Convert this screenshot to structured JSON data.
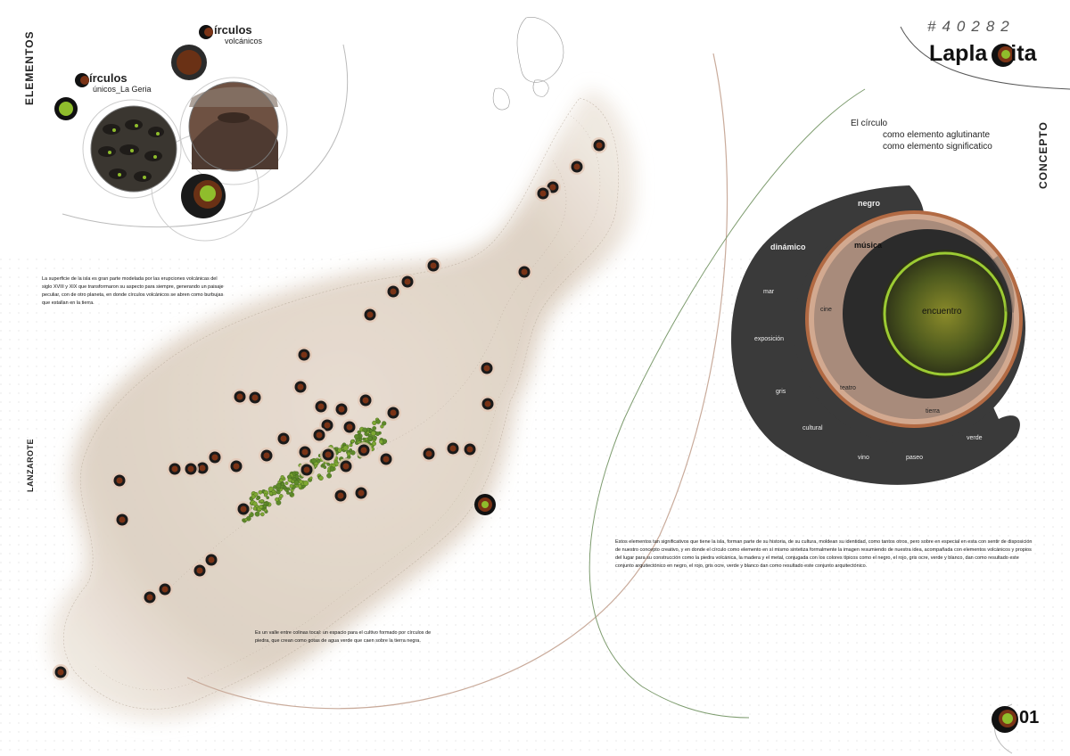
{
  "headings": {
    "elementos": "ELEMENTOS",
    "concepto": "CONCEPTO",
    "lanzarote": "LANZAROTE"
  },
  "legend": {
    "circulos1_title": "írculos",
    "circulos1_sub": "únicos_La Geria",
    "circulos2_title": "írculos",
    "circulos2_sub": "volcánicos",
    "photo1_desc": "vineyard-pits-photo",
    "photo2_desc": "volcano-crater-photo"
  },
  "brand": {
    "code": "#40282",
    "name_part1": "Lapla",
    "name_part2": "ita"
  },
  "concept": {
    "line1": "El círculo",
    "line2": "como elemento aglutinante",
    "line3": "como elemento significatico"
  },
  "diagram": {
    "outer_labels": [
      "negro",
      "dinámico",
      "mar",
      "exposición",
      "gris",
      "cultural",
      "vino",
      "paseo",
      "verde"
    ],
    "middle_labels": [
      "música",
      "cine",
      "teatro",
      "tierra"
    ],
    "inner_label": "encuentro"
  },
  "texts": {
    "para1": "La superficie de la isla es gran parte modelada por las erupciones volcánicas del siglo XVIII y XIX que transformaron su aspecto para siempre, generando un paisaje peculiar, con de otro planeta, en donde círculos volcánicos se abren como burbujas que estallan en la tierra.",
    "para2": "Es un valle entre colinas tocal: un espacio para el cultivo formado por círculos de piedra, que crean como gotas de agua verde que caen sobre la tierra negra.",
    "para3": "Estos elementos tan significativos que tiene la isla, forman parte de su historia, de su cultura, moldean su identidad, como tantos otros, pero sobre en especial en esta con sentir de disposición de nuestro concepto creativo, y en donde el círculo como elemento en sí mismo sintetiza formalmente la imagen resumiendo de nuestra idea, acompañada con elementos volcánicos y propios del lugar para su construcción como la piedra volcánica, la madera y el metal, conjugada con los colores típicos como el negro, el rojo, gris ocre, verde y blanco, dan como resultado este conjunto arquitectónico en negro, el rojo, gris ocre, verde y blanco dan como resultado este conjunto arquitectónico."
  },
  "page_number": "01",
  "colors": {
    "brown": "#7a3316",
    "green": "#7ea832",
    "dark": "#3a3a3a",
    "tan": "#c9b7a3"
  }
}
